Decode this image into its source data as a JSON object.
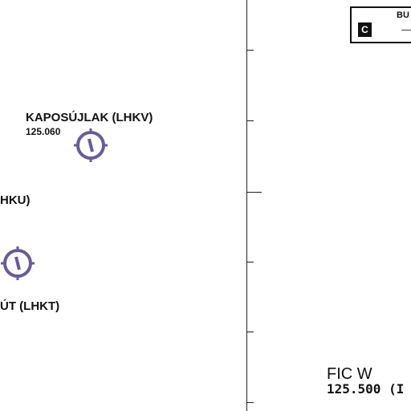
{
  "map": {
    "airfields": [
      {
        "name": "KAPOSÚJLAK (LHKV)",
        "frequency": "125.060"
      },
      {
        "name": "HKU)"
      },
      {
        "name": "ÚT (LHKT)"
      }
    ],
    "boundary_box": {
      "letter": "C",
      "name": "BU"
    },
    "fic": {
      "name": "FIC W",
      "frequency": "125.500  (I"
    },
    "symbol_color": "#6b5b95",
    "line_color": "#222222",
    "icons": [
      "airfield-symbol-icon"
    ]
  }
}
